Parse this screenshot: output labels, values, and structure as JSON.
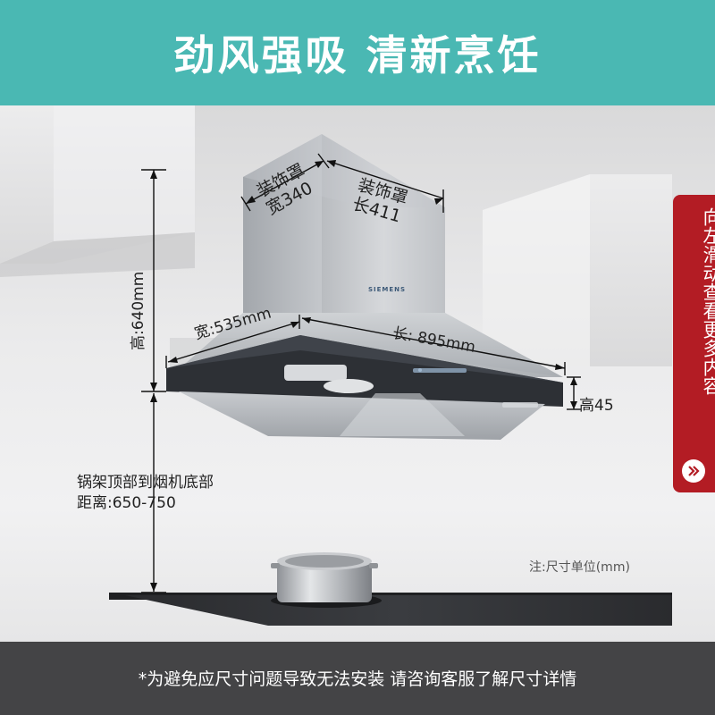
{
  "header": {
    "title": "劲风强吸 清新烹饪"
  },
  "brand": {
    "logo_text": "SIEMENS"
  },
  "dimensions": {
    "cover_width": "装饰罩\n宽340",
    "cover_width_line1": "装饰罩",
    "cover_width_line2": "宽340",
    "cover_length_line1": "装饰罩",
    "cover_length_line2": "长411",
    "total_height": "高:640mm",
    "width": "宽:535mm",
    "length": "长: 895mm",
    "panel_height": "高45",
    "distance_line1": "锅架顶部到烟机底部",
    "distance_line2": "距离:650-750",
    "unit_note": "注:尺寸单位(mm)"
  },
  "side_tab": {
    "text": "向左滑动查看更多内容"
  },
  "footer": {
    "disclaimer": "*为避免应尺寸问题导致无法安装 请咨询客服了解尺寸详情"
  },
  "colors": {
    "header_bg": "#4ab8b3",
    "footer_bg": "#444446",
    "tab_bg": "#b31c24"
  }
}
